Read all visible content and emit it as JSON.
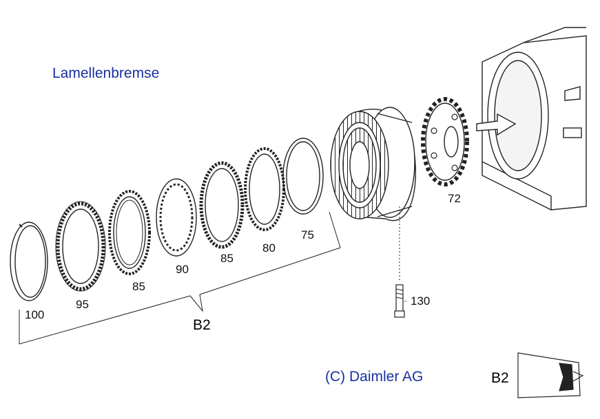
{
  "title": "Lamellenbremse",
  "copyright": "(C) Daimler AG",
  "group_label": "B2",
  "legend_label": "B2",
  "part_numbers": {
    "ring_100": "100",
    "disc_95": "95",
    "disc_85_a": "85",
    "disc_90": "90",
    "disc_85_b": "85",
    "disc_80": "80",
    "disc_75": "75",
    "carrier_72": "72",
    "bolt_130": "130"
  }
}
